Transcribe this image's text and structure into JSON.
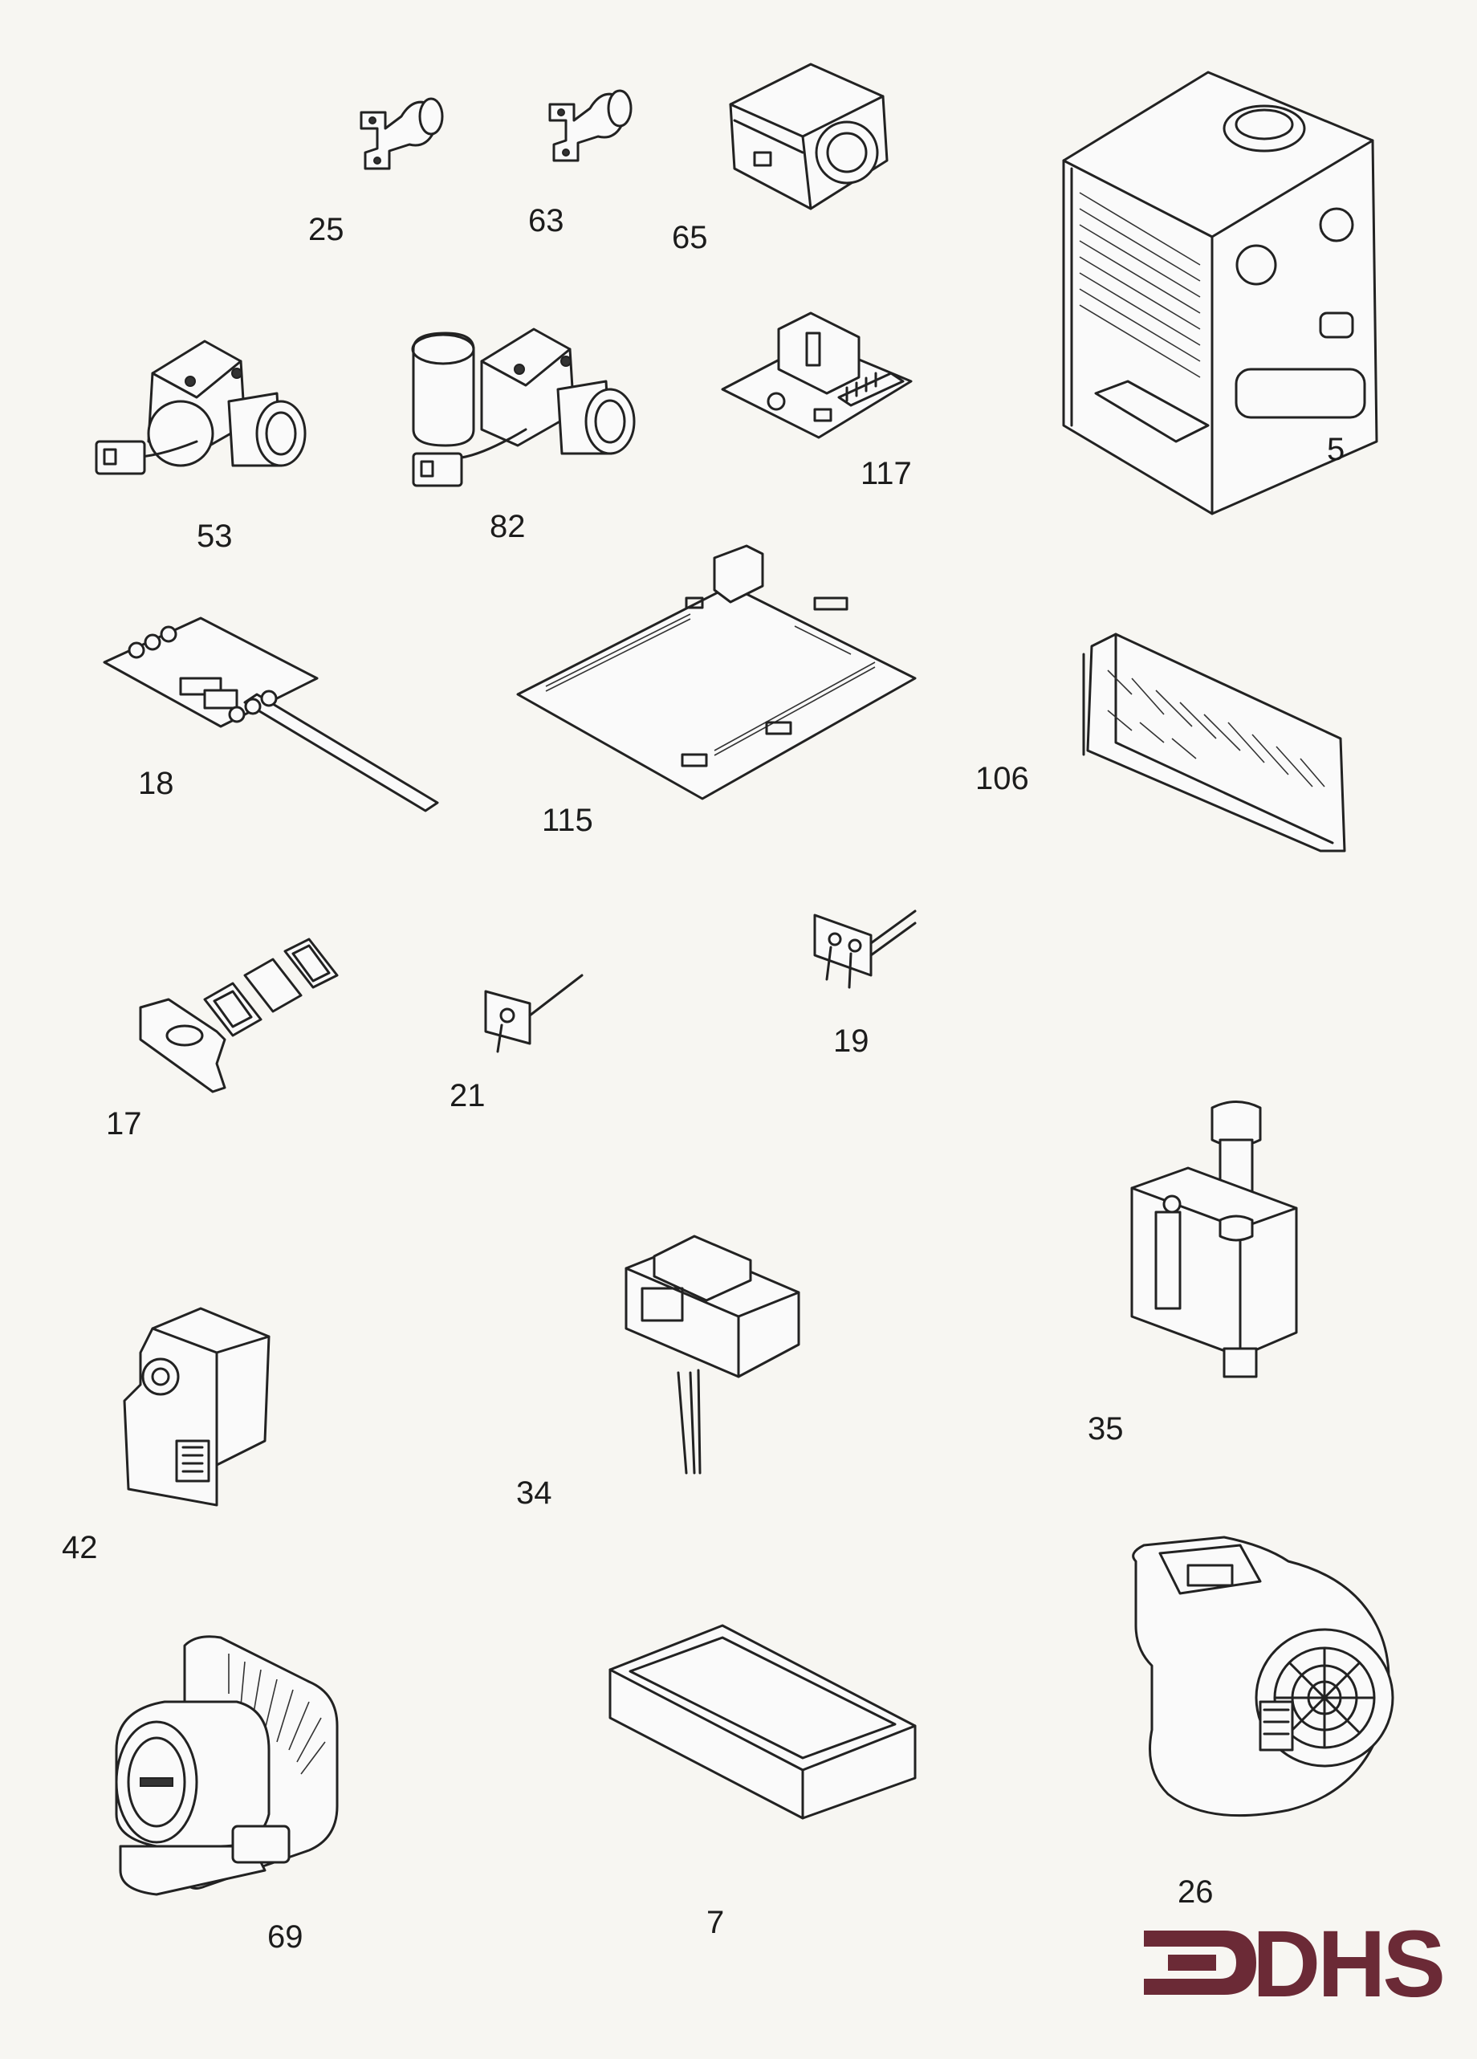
{
  "parts": [
    {
      "id": "25",
      "label": "25",
      "icon": "clip-thermistor-icon"
    },
    {
      "id": "63",
      "label": "63",
      "icon": "clip-thermistor-icon"
    },
    {
      "id": "65",
      "label": "65",
      "icon": "cover-box-icon"
    },
    {
      "id": "5",
      "label": "5",
      "icon": "heat-exchanger-housing-icon"
    },
    {
      "id": "53",
      "label": "53",
      "icon": "valve-actuator-icon"
    },
    {
      "id": "82",
      "label": "82",
      "icon": "motorised-valve-icon"
    },
    {
      "id": "117",
      "label": "117",
      "icon": "small-pcb-icon"
    },
    {
      "id": "18",
      "label": "18",
      "icon": "control-pcb-ribbon-icon"
    },
    {
      "id": "115",
      "label": "115",
      "icon": "main-pcb-icon"
    },
    {
      "id": "106",
      "label": "106",
      "icon": "plate-heat-exchanger-icon"
    },
    {
      "id": "17",
      "label": "17",
      "icon": "gasket-set-icon"
    },
    {
      "id": "21",
      "label": "21",
      "icon": "flame-sensor-electrode-icon"
    },
    {
      "id": "19",
      "label": "19",
      "icon": "ignition-electrode-icon"
    },
    {
      "id": "35",
      "label": "35",
      "icon": "condensate-trap-icon"
    },
    {
      "id": "34",
      "label": "34",
      "icon": "transformer-icon"
    },
    {
      "id": "42",
      "label": "42",
      "icon": "gas-valve-icon"
    },
    {
      "id": "26",
      "label": "26",
      "icon": "fan-icon"
    },
    {
      "id": "69",
      "label": "69",
      "icon": "pump-icon"
    },
    {
      "id": "7",
      "label": "7",
      "icon": "case-cover-icon"
    }
  ],
  "logo": {
    "text": "DHS",
    "color": "#6b2a36",
    "icon": "dhs-logo-icon"
  }
}
